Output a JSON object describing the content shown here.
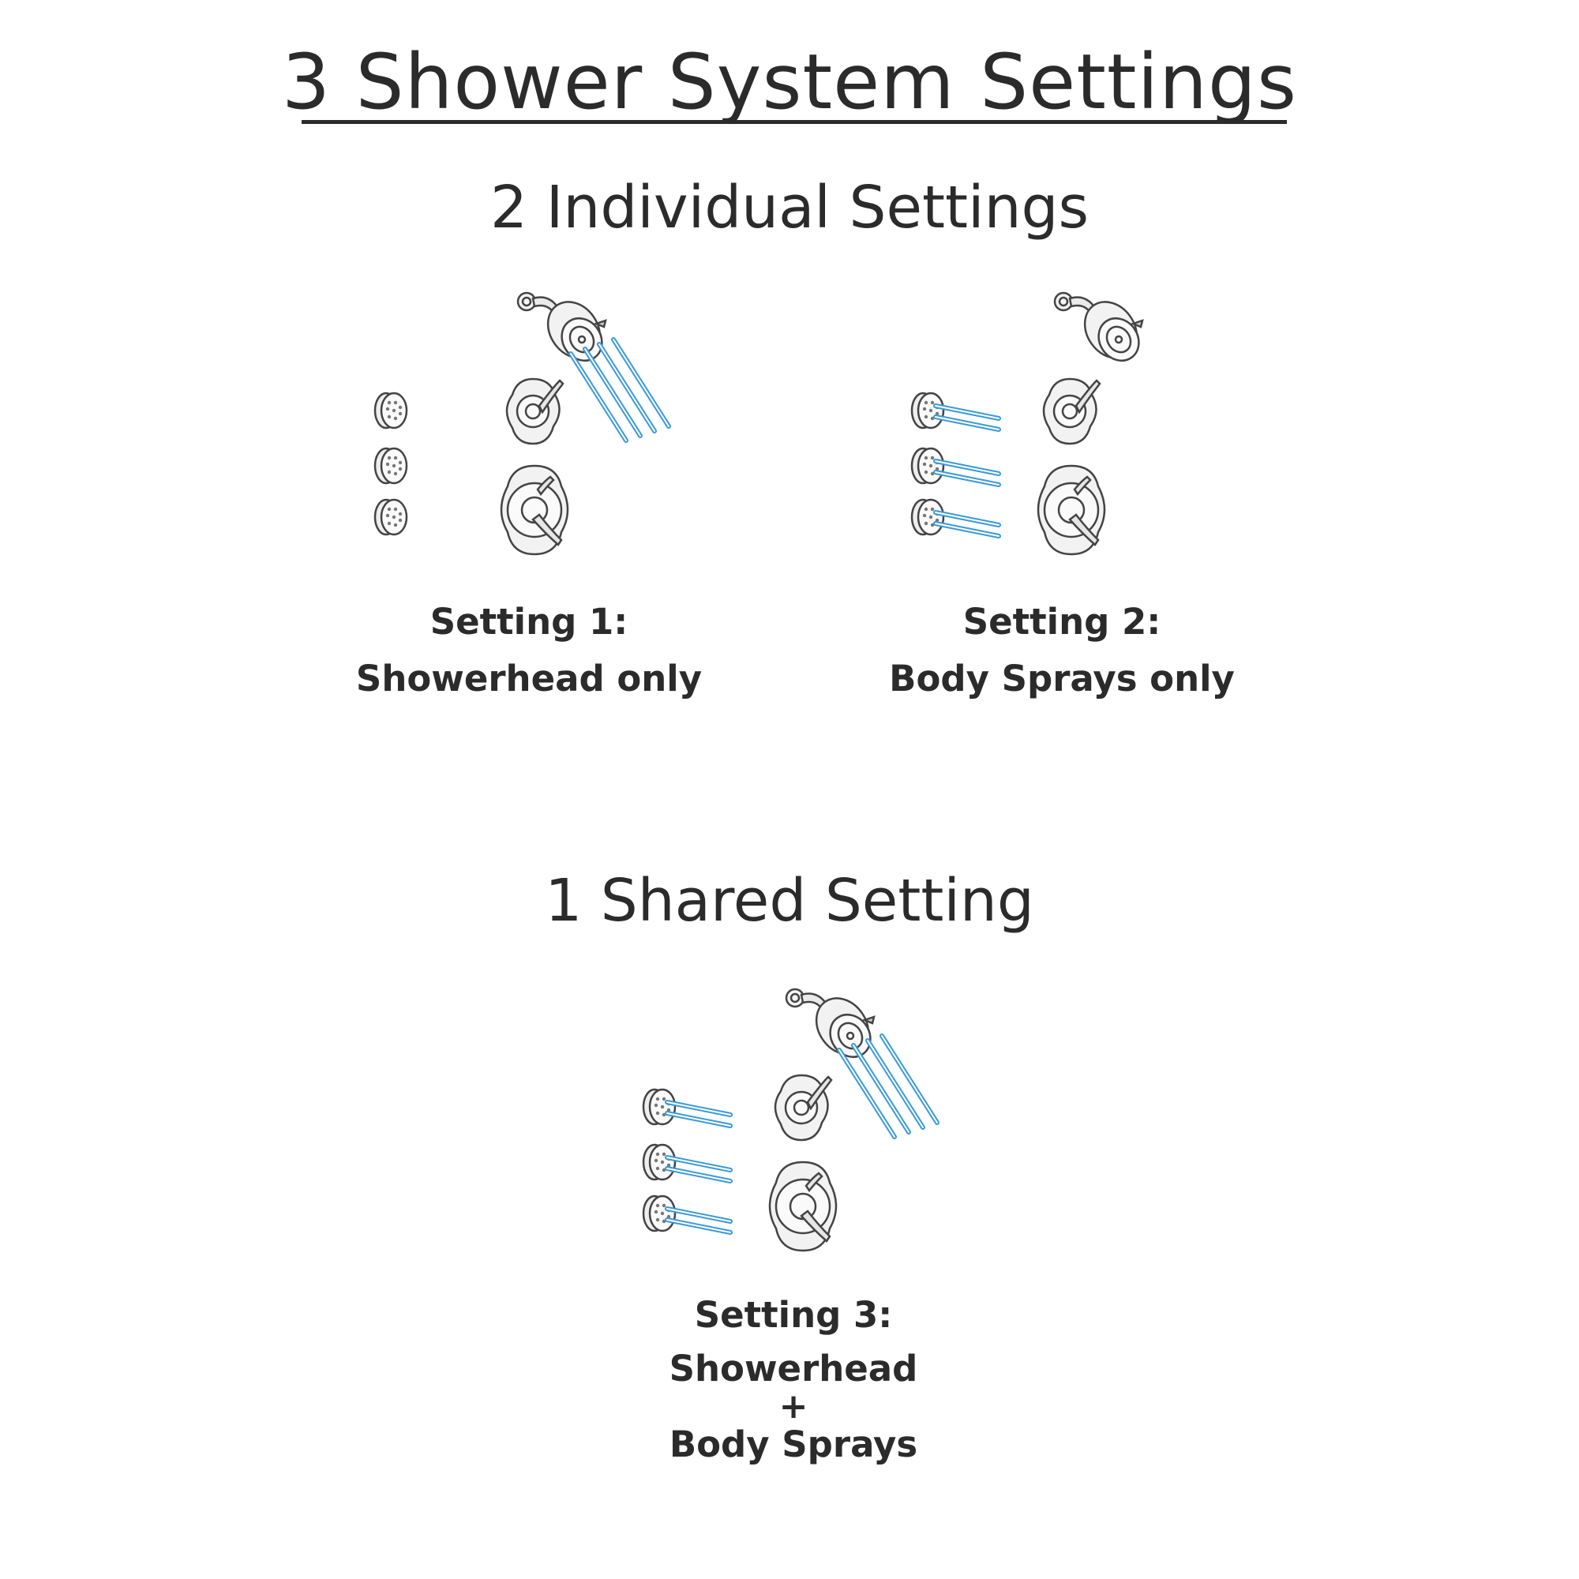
{
  "title": "3 Shower System Settings",
  "sections": {
    "individual": {
      "heading": "2 Individual Settings",
      "settings": [
        {
          "label": "Setting 1:",
          "description": "Showerhead only",
          "showerhead_on": true,
          "body_sprays_on": false
        },
        {
          "label": "Setting 2:",
          "description": "Body Sprays only",
          "showerhead_on": false,
          "body_sprays_on": true
        }
      ]
    },
    "shared": {
      "heading": "1 Shared Setting",
      "settings": [
        {
          "label": "Setting 3:",
          "line1": "Showerhead",
          "plus": "+",
          "line2": "Body Sprays",
          "showerhead_on": true,
          "body_sprays_on": true
        }
      ]
    }
  },
  "colors": {
    "water": "#3a9ad9",
    "text": "#2b2b2b",
    "fixture": "#444444"
  },
  "icons": [
    "showerhead-icon",
    "body-spray-icon",
    "diverter-valve-icon",
    "mixing-valve-icon",
    "water-stream-icon"
  ]
}
